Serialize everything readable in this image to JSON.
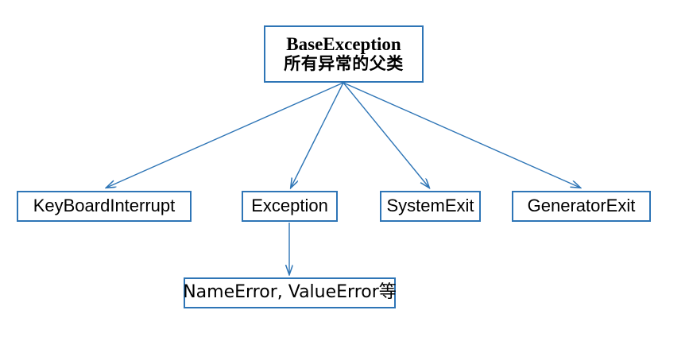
{
  "diagram": {
    "title_text": "BaseException",
    "background_color": "#ffffff",
    "edge_color": "#2e75b6",
    "box_border_color": "#2e75b6",
    "text_color": "#000000",
    "nodes": {
      "root": {
        "line1": "BaseException",
        "line2": "所有异常的父类"
      },
      "keyboardinterrupt": {
        "label": "KeyBoardInterrupt"
      },
      "exception": {
        "label": "Exception"
      },
      "systemexit": {
        "label": "SystemExit"
      },
      "generatorexit": {
        "label": "GeneratorExit"
      },
      "leaf": {
        "label": "NameError, ValueError等"
      }
    },
    "edges": [
      {
        "from": "root",
        "to": "keyboardinterrupt"
      },
      {
        "from": "root",
        "to": "exception"
      },
      {
        "from": "root",
        "to": "systemexit"
      },
      {
        "from": "root",
        "to": "generatorexit"
      },
      {
        "from": "exception",
        "to": "leaf"
      }
    ]
  }
}
